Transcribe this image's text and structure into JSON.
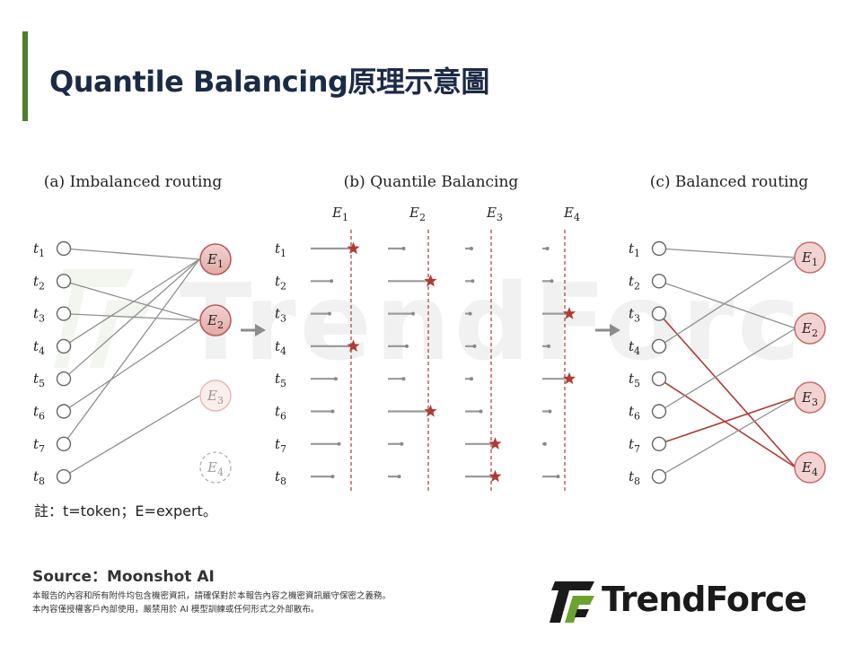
{
  "title": "Quantile Balancing原理示意圖",
  "watermark_text": "TrendForce",
  "panels": {
    "a": {
      "title": "(a) Imbalanced routing",
      "routes": [
        [
          1,
          1
        ],
        [
          2,
          2
        ],
        [
          3,
          2
        ],
        [
          4,
          1
        ],
        [
          5,
          1
        ],
        [
          6,
          2
        ],
        [
          7,
          1
        ],
        [
          8,
          3
        ]
      ],
      "expert_states": [
        "heavy",
        "heavy",
        "light",
        "empty"
      ]
    },
    "b": {
      "title": "(b) Quantile Balancing",
      "selected": [
        [
          1,
          1
        ],
        [
          2,
          2
        ],
        [
          3,
          4
        ],
        [
          4,
          1
        ],
        [
          5,
          4
        ],
        [
          6,
          2
        ],
        [
          7,
          3
        ],
        [
          8,
          3
        ]
      ],
      "bar_lengths": [
        [
          0.65,
          0.25,
          0.1,
          0.08
        ],
        [
          0.33,
          0.65,
          0.12,
          0.15
        ],
        [
          0.3,
          0.4,
          0.08,
          0.4
        ],
        [
          0.65,
          0.3,
          0.15,
          0.1
        ],
        [
          0.4,
          0.25,
          0.1,
          0.4
        ],
        [
          0.35,
          0.65,
          0.25,
          0.12
        ],
        [
          0.45,
          0.22,
          0.45,
          0.04
        ],
        [
          0.35,
          0.18,
          0.45,
          0.25
        ]
      ]
    },
    "c": {
      "title": "(c) Balanced routing",
      "routes": [
        [
          1,
          1
        ],
        [
          2,
          2
        ],
        [
          3,
          4
        ],
        [
          4,
          1
        ],
        [
          5,
          4
        ],
        [
          6,
          2
        ],
        [
          7,
          3
        ],
        [
          8,
          3
        ]
      ],
      "red_tokens": [
        3,
        5,
        7
      ]
    }
  },
  "tokens": [
    "t1",
    "t2",
    "t3",
    "t4",
    "t5",
    "t6",
    "t7",
    "t8"
  ],
  "experts": [
    "E1",
    "E2",
    "E3",
    "E4"
  ],
  "colors": {
    "title": "#1c2b45",
    "accent_green": "#4e7d2c",
    "red": "#b03a35",
    "expert_fill": "#f3d3d1",
    "expert_stroke": "#c26a66",
    "bar": "#9a9a9a",
    "line_gray": "#8f8f8f"
  },
  "note": "註：t=token；E=expert。",
  "source": "Source：Moonshot AI",
  "disclaimer": [
    "本報告的內容和所有附件均包含機密資訊，請確保對於本報告內容之機密資訊嚴守保密之義務。",
    "本內容僅授權客戶內部使用，嚴禁用於 AI 模型訓練或任何形式之外部散布。"
  ],
  "logo_text": "TrendForce"
}
